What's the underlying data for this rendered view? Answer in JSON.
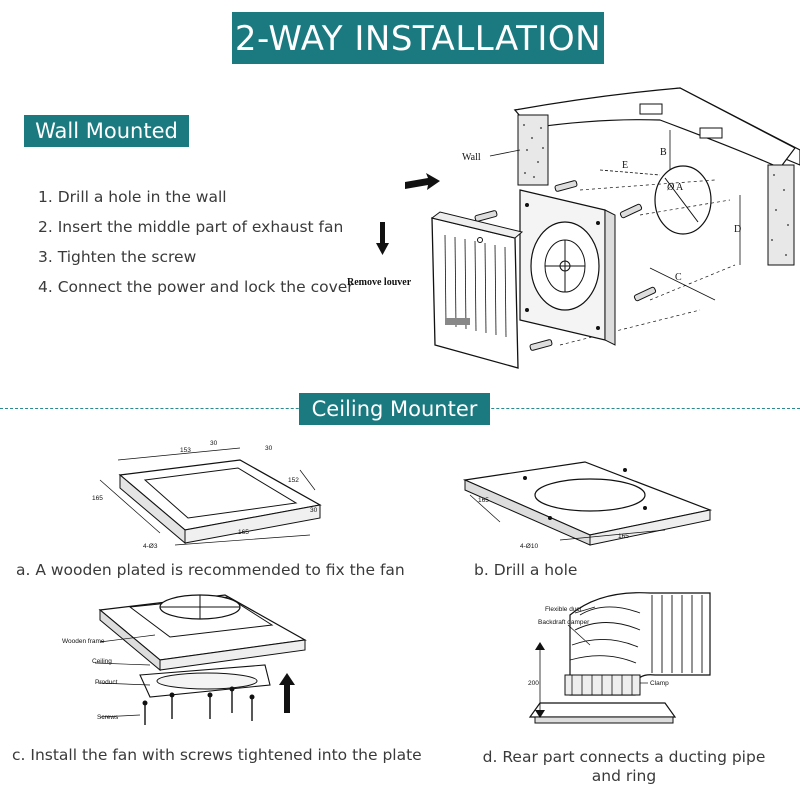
{
  "title": "2-WAY INSTALLATION",
  "wall_mounted": {
    "heading": "Wall Mounted",
    "steps": [
      "1. Drill a hole in the wall",
      "2. Insert the middle part of exhaust fan",
      "3. Tighten the screw",
      "4. Connect the power and lock the cover"
    ],
    "diagram_labels": {
      "wall": "Wall",
      "remove_louver": "Remove louver",
      "dim_a": "A",
      "dim_b": "B",
      "dim_c": "C",
      "dim_d": "D",
      "dim_e": "E"
    }
  },
  "ceiling_mounted": {
    "heading": "Ceiling Mounter",
    "panels": [
      {
        "caption": "a. A wooden plated is recommended to fix the fan",
        "labels": [
          "153",
          "30",
          "30",
          "152",
          "165",
          "30",
          "165",
          "4-Ø3"
        ]
      },
      {
        "caption": "b. Drill a hole",
        "labels": [
          "165",
          "165",
          "4-Ø10"
        ]
      },
      {
        "caption": "c. Install the fan with screws tightened into the plate",
        "labels": [
          "Wooden frame",
          "Ceiling",
          "Product",
          "Screws"
        ]
      },
      {
        "caption": "d. Rear part connects a ducting pipe and ring",
        "labels": [
          "Flexible duct",
          "Backdraft damper",
          "Clamp",
          "200"
        ]
      }
    ]
  },
  "colors": {
    "banner": "#1b7a80",
    "divider": "#2b8a8f",
    "text": "#3a3a3a"
  }
}
